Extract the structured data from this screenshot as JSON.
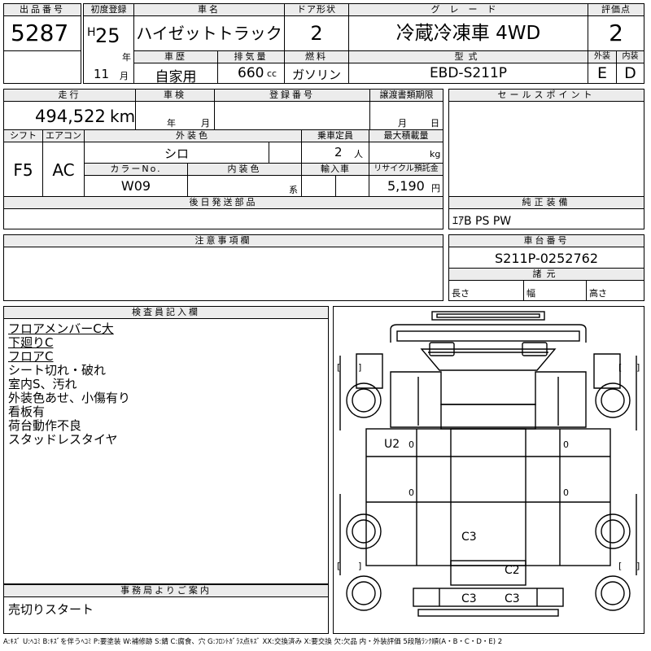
{
  "headers": {
    "lot": "出品番号",
    "first_reg": "初度登録",
    "car_name": "車名",
    "door": "ドア形状",
    "grade": "グレード",
    "score": "評価点",
    "history": "車歴",
    "displacement": "排気量",
    "fuel": "燃料",
    "model_code": "型式",
    "exterior": "外装",
    "interior": "内装",
    "mileage": "走行",
    "inspection": "車検",
    "reg_no": "登録番号",
    "transfer_deadline": "譲渡書類期限",
    "sales_point": "セールスポイント",
    "shift": "シフト",
    "aircon": "エアコン",
    "ext_color": "外装色",
    "capacity": "乗車定員",
    "max_load": "最大積載量",
    "color_no": "カラーNo.",
    "int_color": "内装色",
    "import": "輸入車",
    "recycle": "リサイクル預託金",
    "later_parts": "後日発送部品",
    "genuine_equip": "純正装備",
    "notes": "注意事項欄",
    "chassis_no": "車台番号",
    "specs": "諸元",
    "inspector": "検査員記入欄",
    "office": "事務局よりご案内"
  },
  "vehicle": {
    "lot": "5287",
    "era": "H",
    "year": "25",
    "year_unit": "年",
    "month": "11",
    "month_unit": "月",
    "car_name": "ハイゼットトラック",
    "door": "2",
    "grade": "冷蔵冷凍車 4WD",
    "score": "2",
    "history": "自家用",
    "displacement": "660",
    "cc_unit": "cc",
    "fuel": "ガソリン",
    "model_code": "EBD-S211P",
    "exterior_grade": "E",
    "interior_grade": "D",
    "mileage": "494,522",
    "km_unit": "km",
    "insp_year_unit": "年",
    "insp_month_unit": "月",
    "transfer_month_unit": "月",
    "transfer_day_unit": "日",
    "shift": "F5",
    "aircon": "AC",
    "ext_color": "シロ",
    "capacity": "2",
    "person_unit": "人",
    "kg_unit": "kg",
    "color_no": "W09",
    "int_color_unit": "系",
    "recycle": "5,190",
    "yen_unit": "円",
    "genuine_equip": "ｴｱB PS PW",
    "chassis_no": "S211P-0252762",
    "length_label": "長さ",
    "width_label": "幅",
    "height_label": "高さ"
  },
  "inspector_notes": [
    {
      "text": "フロアメンバーC大",
      "underline": true
    },
    {
      "text": "下廻りC",
      "underline": true
    },
    {
      "text": "フロアC",
      "underline": true
    },
    {
      "text": "シート切れ・破れ",
      "underline": false
    },
    {
      "text": "室内S、汚れ",
      "underline": false
    },
    {
      "text": "外装色あせ、小傷有り",
      "underline": false
    },
    {
      "text": "看板有",
      "underline": false
    },
    {
      "text": "荷台動作不良",
      "underline": false
    },
    {
      "text": "スタッドレスタイヤ",
      "underline": false
    }
  ],
  "office_note": "売切りスタート",
  "diagram_marks": {
    "u2": "U2",
    "c3_rear": "C3",
    "c2": "C2",
    "c3_bumper_left": "C3",
    "c3_bumper_right": "C3",
    "zero": "0"
  },
  "legend": "A:ｷｽﾞ U:ﾍｺﾐ B:ｷｽﾞを伴うﾍｺﾐ P:要塗装 W:補修跡 S:錆 C:腐食、穴 G:ﾌﾛﾝﾄｶﾞﾗｽ点ｷｽﾞ XX:交換済み X:要交換 欠:欠品 内・外装評価 5段階ﾗﾝｸ順(A・B・C・D・E) 2"
}
